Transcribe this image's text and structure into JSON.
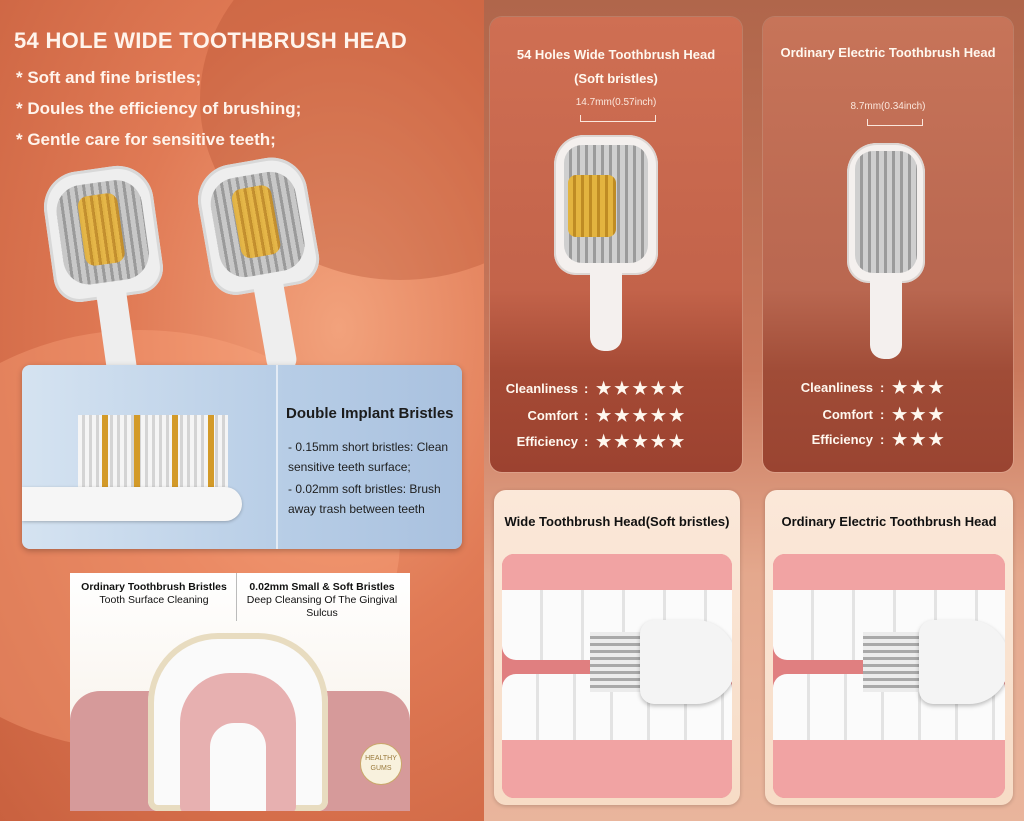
{
  "left": {
    "heading": "54 HOLE WIDE TOOTHBRUSH HEAD",
    "bullets": [
      "* Soft and fine bristles;",
      "* Doules the efficiency of brushing;",
      "* Gentle care for sensitive teeth;"
    ],
    "implant": {
      "title": "Double Implant Bristles",
      "point1": "- 0.15mm short bristles: Clean sensitive teeth surface;",
      "point2": "- 0.02mm soft bristles: Brush away trash between teeth"
    },
    "tooth": {
      "left_title": "Ordinary Toothbrush Bristles",
      "left_sub": "Tooth Surface Cleaning",
      "right_title": "0.02mm Small & Soft Bristles",
      "right_sub": "Deep Cleansing Of The Gingival Sulcus",
      "badge_line1": "HEALTHY",
      "badge_line2": "GUMS"
    }
  },
  "compare": {
    "wide": {
      "title_line1": "54 Holes Wide Toothbrush Head",
      "title_line2": "(Soft bristles)",
      "measure": "14.7mm(0.57inch)",
      "ratings": [
        {
          "label": "Cleanliness",
          "stars": 5
        },
        {
          "label": "Comfort",
          "stars": 5
        },
        {
          "label": "Efficiency",
          "stars": 5
        }
      ],
      "bottom_title": "Wide Toothbrush Head(Soft bristles)"
    },
    "ordinary": {
      "title": "Ordinary Electric Toothbrush Head",
      "measure": "8.7mm(0.34inch)",
      "ratings": [
        {
          "label": "Cleanliness",
          "stars": 3
        },
        {
          "label": "Comfort",
          "stars": 3
        },
        {
          "label": "Efficiency",
          "stars": 3
        }
      ],
      "bottom_title": "Ordinary Electric Toothbrush Head"
    },
    "colon": ":"
  },
  "colors": {
    "left_bg": "#e07a55",
    "right_bg": "#b0664b",
    "card_text": "#fff8ef",
    "gold_bristle": "#e3b43f",
    "gum": "#e07f80"
  },
  "icons": [
    "star-icon",
    "measure-bracket-icon"
  ]
}
